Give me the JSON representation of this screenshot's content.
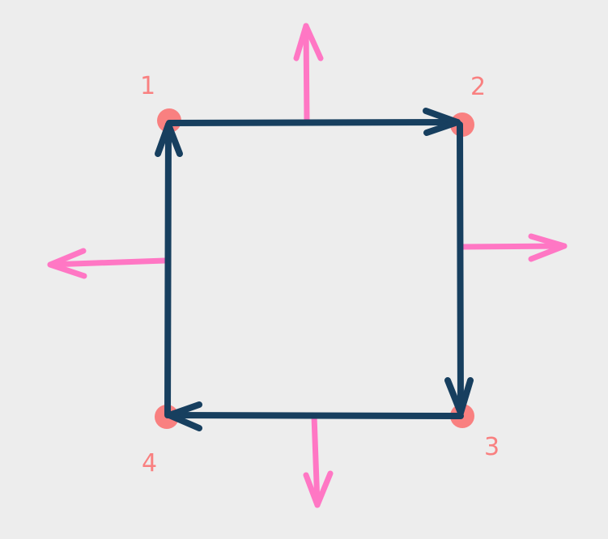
{
  "colors": {
    "background": "#ededed",
    "edge": "#173f5f",
    "normal": "#ff77c4",
    "vertex": "#f98080",
    "label": "#f98080"
  },
  "vertices": [
    {
      "label": "1"
    },
    {
      "label": "2"
    },
    {
      "label": "3"
    },
    {
      "label": "4"
    }
  ]
}
